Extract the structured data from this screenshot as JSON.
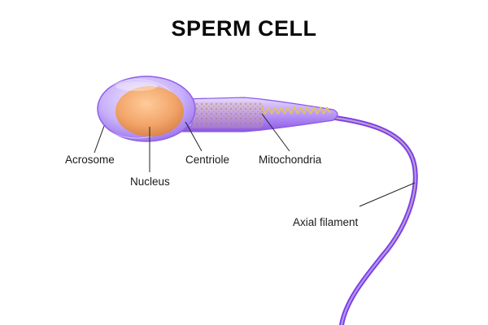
{
  "title": "SPERM CELL",
  "labels": {
    "acrosome": "Acrosome",
    "nucleus": "Nucleus",
    "centriole": "Centriole",
    "mitochondria": "Mitochondria",
    "axial_filament": "Axial filament"
  },
  "colors": {
    "membrane": "#9b6cf0",
    "membrane_light": "#d9c8fb",
    "tail": "#7a3fe6",
    "nucleus": "#f2a56a",
    "mitochondria": "#e8c64a",
    "leader_line": "#222222"
  }
}
